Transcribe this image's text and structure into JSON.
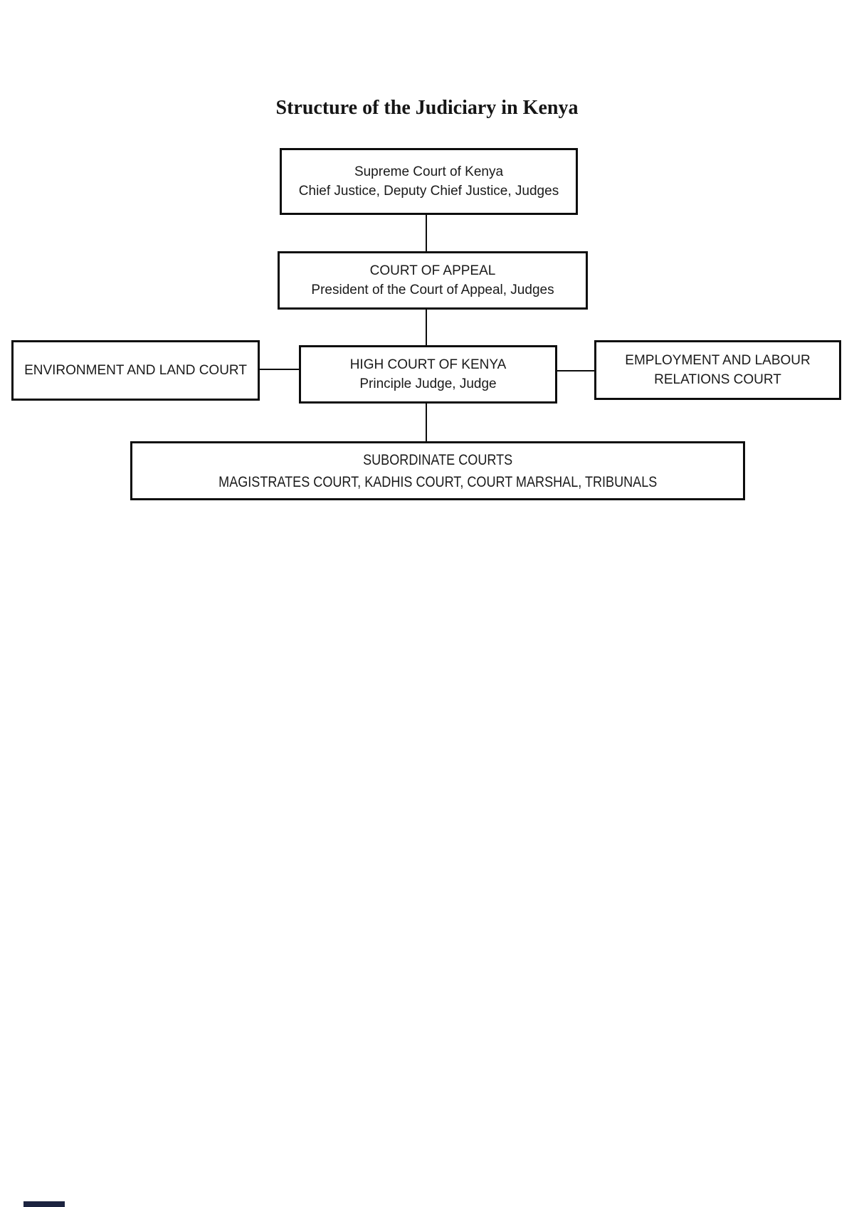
{
  "title": "Structure of the Judiciary in Kenya",
  "nodes": {
    "supreme": {
      "line1": "Supreme Court of Kenya",
      "line2": "Chief Justice, Deputy Chief Justice, Judges"
    },
    "appeal": {
      "line1": "COURT OF APPEAL",
      "line2": "President of the Court of Appeal, Judges"
    },
    "environment": {
      "line1": "ENVIRONMENT AND LAND COURT"
    },
    "high": {
      "line1": "HIGH COURT OF KENYA",
      "line2": "Principle Judge, Judge"
    },
    "employment": {
      "line1": "EMPLOYMENT AND LABOUR",
      "line2": "RELATIONS COURT"
    },
    "subordinate": {
      "line1": "SUBORDINATE COURTS",
      "line2": "MAGISTRATES COURT, KADHIS COURT, COURT MARSHAL, TRIBUNALS"
    }
  },
  "colors": {
    "background": "#ffffff",
    "border": "#0d0d0d",
    "text": "#1a1a1a"
  }
}
